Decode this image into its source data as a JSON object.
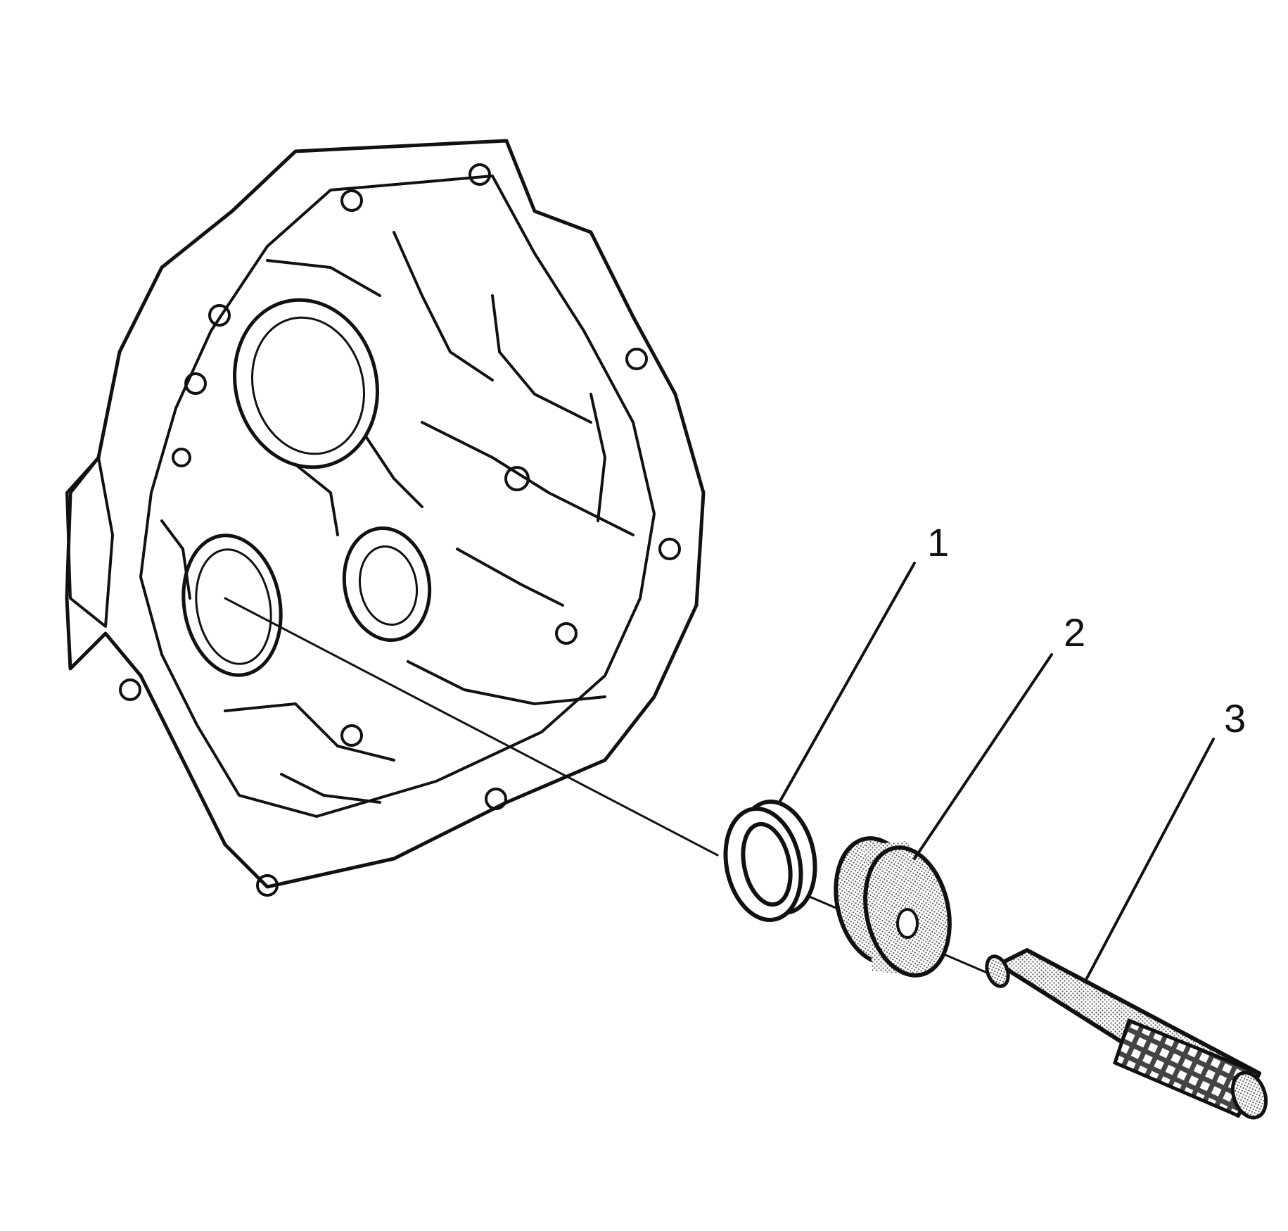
{
  "diagram": {
    "callouts": [
      {
        "id": "1",
        "label": "1"
      },
      {
        "id": "2",
        "label": "2"
      },
      {
        "id": "3",
        "label": "3"
      }
    ]
  },
  "colors": {
    "ink": "#111111",
    "background": "#ffffff",
    "shade": "#c8c8c8"
  }
}
